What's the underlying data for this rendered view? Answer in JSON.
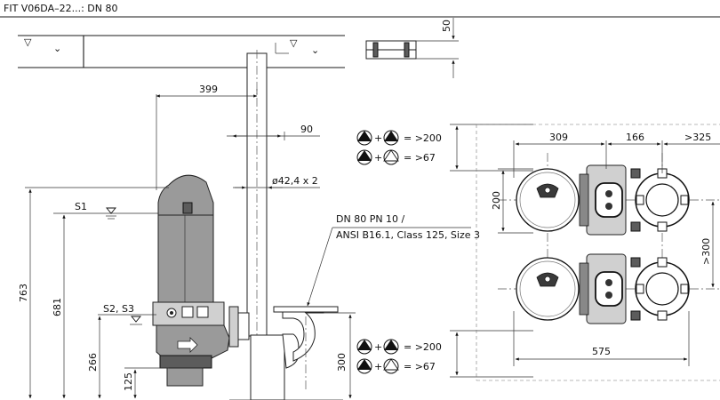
{
  "title": "FIT V06DA–22...: DN 80",
  "dimensions": {
    "d399": "399",
    "d90": "90",
    "d50": "50",
    "d763": "763",
    "d681": "681",
    "d266": "266",
    "d125": "125",
    "d300_base": "300",
    "d309": "309",
    "d166": "166",
    "d325": ">325",
    "d200": "200",
    "d300_right": ">300",
    "d575": "575"
  },
  "labels": {
    "pipe_dia": "ø42,4 x 2",
    "s1": "S1",
    "s2s3": "S2, S3",
    "flange_line1": "DN 80 PN 10 /",
    "flange_line2": "ANSI B16.1, Class 125, Size 3"
  },
  "legend_top": {
    "row1_plus": "+",
    "row1_value": "= >200",
    "row2_plus": "+",
    "row2_value": "= >67"
  },
  "legend_bottom": {
    "row1_plus": "+",
    "row1_value": "= >200",
    "row2_plus": "+",
    "row2_value": "= >67"
  },
  "icons": [
    "pump-running-icon",
    "pump-standby-icon",
    "water-level-icon"
  ]
}
